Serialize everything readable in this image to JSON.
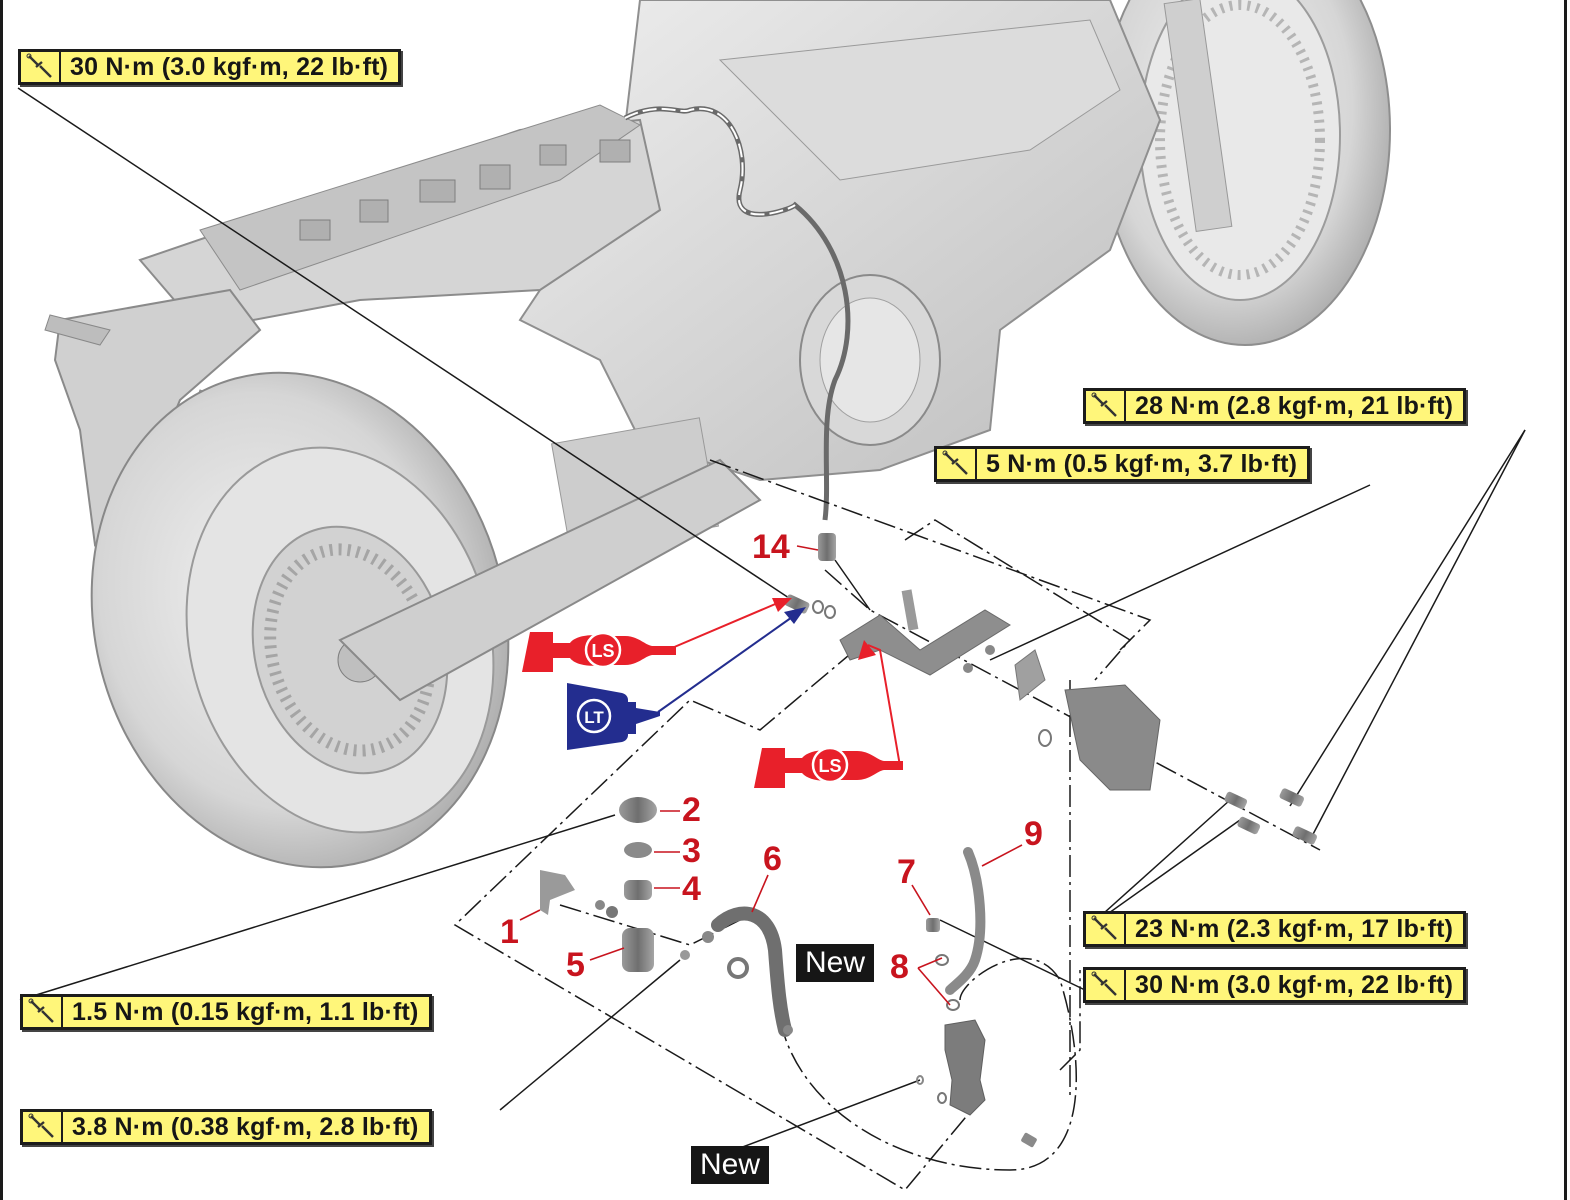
{
  "torque_specs": [
    {
      "id": "t1",
      "value": "30 N·m (3.0 kgf·m, 22 lb·ft)"
    },
    {
      "id": "t2",
      "value": "28 N·m (2.8 kgf·m, 21 lb·ft)"
    },
    {
      "id": "t3",
      "value": "5 N·m (0.5 kgf·m, 3.7 lb·ft)"
    },
    {
      "id": "t4",
      "value": "23 N·m (2.3 kgf·m, 17 lb·ft)"
    },
    {
      "id": "t5",
      "value": "30 N·m (3.0 kgf·m, 22 lb·ft)"
    },
    {
      "id": "t6",
      "value": "1.5 N·m (0.15 kgf·m, 1.1 lb·ft)"
    },
    {
      "id": "t7",
      "value": "3.8 N·m (0.38 kgf·m, 2.8 lb·ft)"
    }
  ],
  "part_numbers": [
    "1",
    "2",
    "3",
    "4",
    "5",
    "6",
    "7",
    "8",
    "9",
    "14"
  ],
  "new_labels": [
    "New",
    "New"
  ],
  "lubricant_symbols": {
    "ls": {
      "label": "LS",
      "meaning": "lithium-soap-based grease",
      "color": "#e8202a"
    },
    "lt": {
      "label": "LT",
      "meaning": "thread locking agent",
      "color": "#232d8f"
    }
  },
  "colors": {
    "torque_box": "#fff67a",
    "part_number": "#c8141e",
    "leader_ls": "#e8202a",
    "leader_lt": "#232d8f"
  }
}
